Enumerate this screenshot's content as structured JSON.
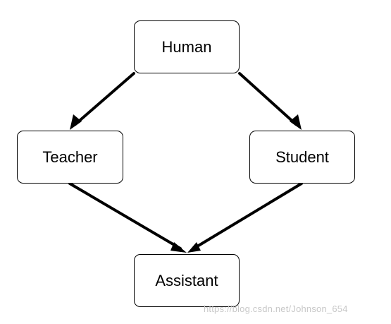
{
  "nodes": {
    "human": "Human",
    "teacher": "Teacher",
    "student": "Student",
    "assistant": "Assistant"
  },
  "edges": [
    {
      "from": "Human",
      "to": "Teacher"
    },
    {
      "from": "Human",
      "to": "Student"
    },
    {
      "from": "Teacher",
      "to": "Assistant"
    },
    {
      "from": "Student",
      "to": "Assistant"
    }
  ],
  "colors": {
    "stroke": "#000000",
    "background": "#ffffff",
    "watermark": "#c8c8c8"
  },
  "watermark": "https://blog.csdn.net/Johnson_654"
}
